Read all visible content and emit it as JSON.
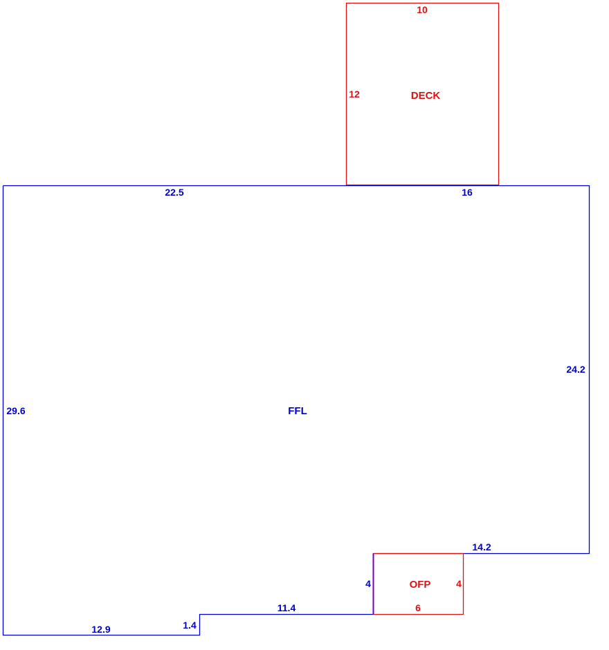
{
  "colors": {
    "main_area": "#0000cc",
    "deck": "#dd1111",
    "porch": "#dd1111",
    "shared_edge": "#7700bb"
  },
  "areas": {
    "main": {
      "label": "FFL"
    },
    "deck": {
      "label": "DECK"
    },
    "porch": {
      "label": "OFP"
    }
  },
  "dimensions": {
    "main_top_left": "22.5",
    "main_top_right": "16",
    "main_right": "24.2",
    "main_left": "29.6",
    "main_step_top": "14.2",
    "main_step_left": "4",
    "main_bottom_mid": "11.4",
    "main_jog": "1.4",
    "main_bottom_left": "12.9",
    "deck_top": "10",
    "deck_left": "12",
    "porch_right": "4",
    "porch_bottom": "6"
  }
}
